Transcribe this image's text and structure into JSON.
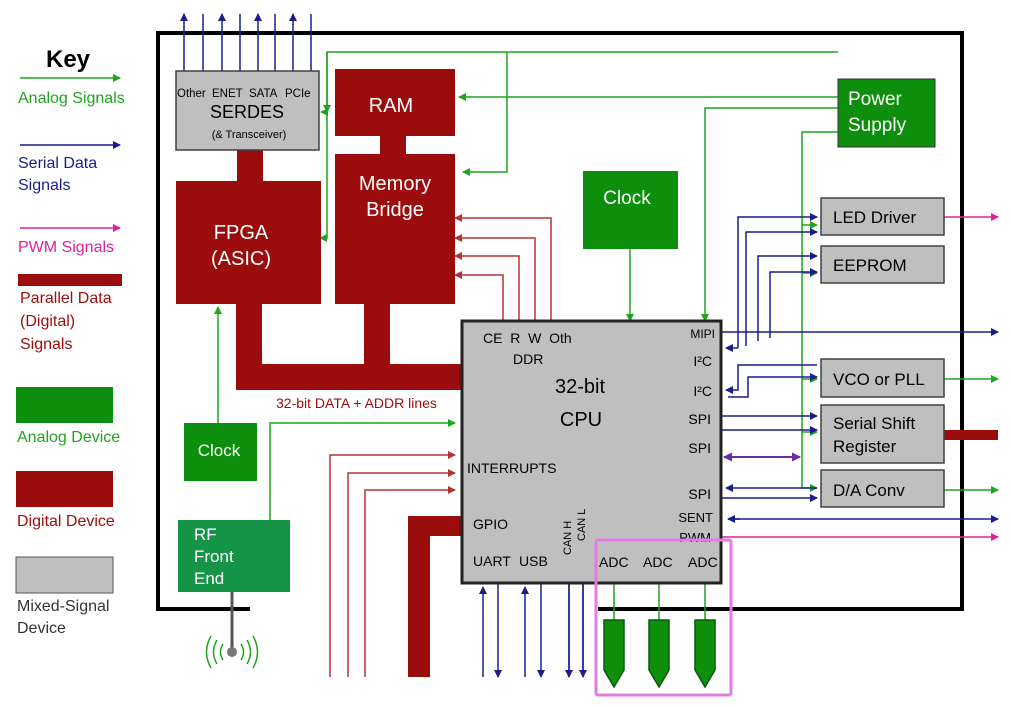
{
  "key": {
    "title": "Key",
    "analog_signals": "Analog Signals",
    "serial_data_1": "Serial Data",
    "serial_data_2": "Signals",
    "pwm_signals": "PWM Signals",
    "parallel_1": "Parallel Data",
    "parallel_2": "(Digital)",
    "parallel_3": "Signals",
    "analog_device": "Analog Device",
    "digital_device": "Digital Device",
    "mixed_1": "Mixed-Signal",
    "mixed_2": "Device"
  },
  "serdes": {
    "ports": [
      "Other",
      "ENET",
      "SATA",
      "PCIe"
    ],
    "title": "SERDES",
    "subtitle": "(& Transceiver)"
  },
  "ram": "RAM",
  "memory_bridge": {
    "line1": "Memory",
    "line2": "Bridge"
  },
  "fpga": {
    "line1": "FPGA",
    "line2": "(ASIC)"
  },
  "clock_top": "Clock",
  "clock_left": "Clock",
  "power_supply": {
    "line1": "Power",
    "line2": "Supply"
  },
  "rf_front_end": {
    "line1": "RF",
    "line2": "Front",
    "line3": "End"
  },
  "bus_label": "32-bit DATA + ADDR lines",
  "cpu": {
    "title1": "32-bit",
    "title2": "CPU",
    "mem_pins": "CE  R  W  Oth",
    "ddr": "DDR",
    "interrupts": "INTERRUPTS",
    "gpio": "GPIO",
    "uart": "UART",
    "usb": "USB",
    "can_h": "CAN H",
    "can_l": "CAN L",
    "adc": [
      "ADC",
      "ADC",
      "ADC"
    ],
    "right_pins": {
      "mipi": "MIPI",
      "i2c_1": "I²C",
      "i2c_2": "I²C",
      "spi_1": "SPI",
      "spi_2": "SPI",
      "spi_3": "SPI",
      "sent": "SENT",
      "pwm": "PWM"
    }
  },
  "peripherals": {
    "led_driver": "LED Driver",
    "eeprom": "EEPROM",
    "vco_pll": "VCO or PLL",
    "shift_1": "Serial Shift",
    "shift_2": "Register",
    "da_conv": "D/A Conv"
  },
  "colors": {
    "analog": "#1fa51f",
    "serial": "#1c1c8c",
    "pwm": "#e0209c",
    "digital": "#9b0d0d",
    "analog_device": "#0d8f0d",
    "mixed": "#bfbfbf",
    "highlight": "#e57ae3"
  }
}
